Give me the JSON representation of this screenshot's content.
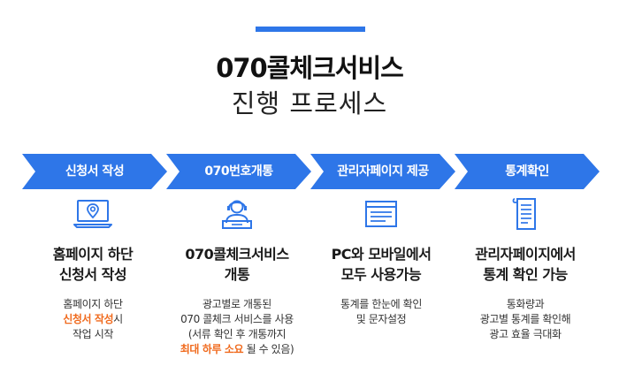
{
  "title": {
    "line1": "070콜체크서비스",
    "line2": "진행 프로세스"
  },
  "colors": {
    "accent": "#2e76e8",
    "highlight": "#f06a1d"
  },
  "steps": [
    {
      "label": "신청서 작성",
      "icon": "laptop-location-icon",
      "heading": [
        "홈페이지 하단",
        "신청서 작성"
      ],
      "desc": {
        "line1": "홈페이지 하단",
        "line2_hl": "신청서 작성",
        "line2_rest": "시",
        "line3": "작업 시작"
      }
    },
    {
      "label": "070번호개통",
      "icon": "operator-headset-icon",
      "heading": [
        "070콜체크서비스",
        "개통"
      ],
      "desc": {
        "line1": "광고별로 개통된",
        "line2": "070 콜체크 서비스를 사용",
        "line3": "(서류 확인 후 개통까지",
        "line4_hl": "최대 하루 소요",
        "line4_rest": " 될 수 있음)"
      }
    },
    {
      "label": "관리자페이지 제공",
      "icon": "browser-window-icon",
      "heading": [
        "PC와 모바일에서",
        "모두 사용가능"
      ],
      "desc": {
        "line1": "통계를 한눈에 확인",
        "line2": "및 문자설정"
      }
    },
    {
      "label": "통계확인",
      "icon": "document-list-icon",
      "heading": [
        "관리자페이지에서",
        "통계 확인 가능"
      ],
      "desc": {
        "line1": "통화량과",
        "line2": "광고별 통계를 확인해",
        "line3": "광고 효율 극대화"
      }
    }
  ]
}
